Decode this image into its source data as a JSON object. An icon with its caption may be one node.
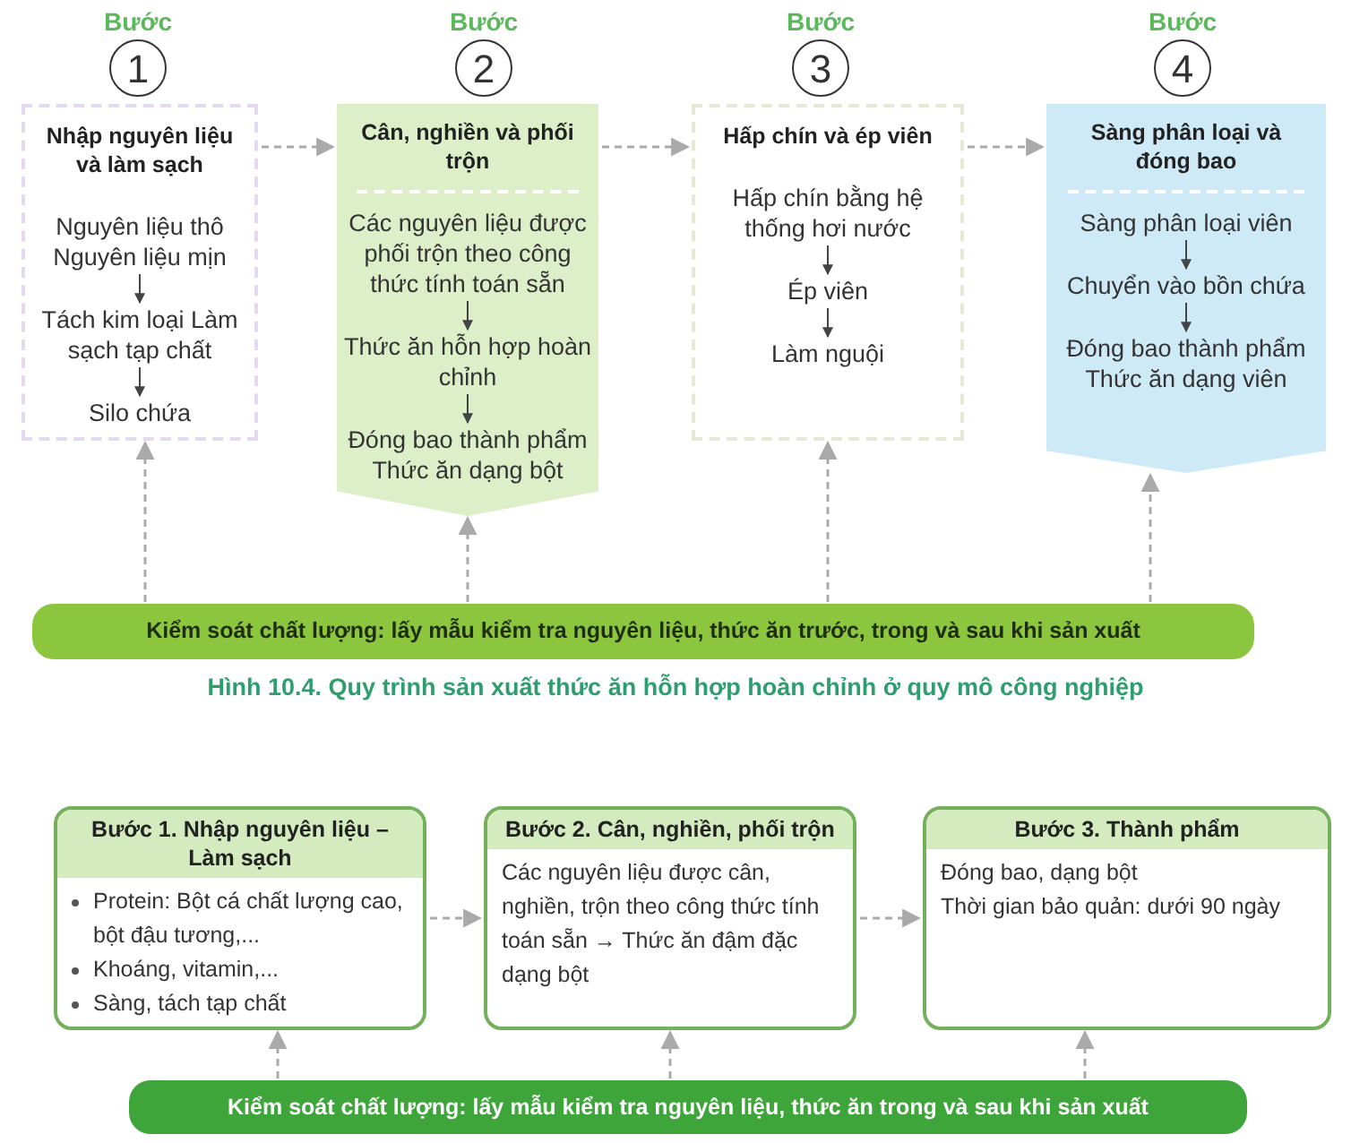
{
  "diagram": {
    "caption": "Hình 10.4. Quy trình sản xuất thức ăn hỗn hợp hoàn chỉnh ở quy mô công nghiệp",
    "nodes": [
      {
        "text": [
          "1"
        ],
        "beside": [
          "Bước"
        ]
      },
      {
        "text": [
          "Nhập nguyên liệu và làm sạch"
        ]
      },
      {
        "text": [
          "Nguyên liệu thô Nguyên liệu mịn"
        ],
        "in": 1
      },
      {
        "text": [
          "Tách kim loại Làm sạch tạp chất"
        ],
        "in": 1
      },
      {
        "text": [
          "Silo chứa"
        ],
        "in": 1
      },
      {
        "text": [
          "2"
        ],
        "beside": [
          "Bước"
        ]
      },
      {
        "text": [
          "Cân, nghiền và phối trộn"
        ]
      },
      {
        "text": [
          "Các nguyên liệu được phối trộn theo công thức tính toán sẵn"
        ],
        "in": 6
      },
      {
        "text": [
          "Thức ăn hỗn hợp hoàn chỉnh"
        ],
        "in": 6
      },
      {
        "text": [
          "Đóng bao thành phẩm Thức ăn dạng bột"
        ],
        "in": 6
      },
      {
        "text": [
          "3"
        ],
        "beside": [
          "Bước"
        ]
      },
      {
        "text": [
          "Hấp chín và ép viên"
        ]
      },
      {
        "text": [
          "Hấp chín bằng hệ thống hơi nước"
        ],
        "in": 11
      },
      {
        "text": [
          "Ép viên"
        ],
        "in": 11
      },
      {
        "text": [
          "Làm nguội"
        ],
        "in": 11
      },
      {
        "text": [
          "4"
        ],
        "beside": [
          "Bước"
        ]
      },
      {
        "text": [
          "Sàng phân loại và đóng bao"
        ]
      },
      {
        "text": [
          "Sàng phân loại viên"
        ],
        "in": 16
      },
      {
        "text": [
          "Chuyển vào bồn chứa"
        ],
        "in": 16
      },
      {
        "text": [
          "Đóng bao thành phẩm Thức ăn dạng viên"
        ],
        "in": 16
      },
      {
        "text": [
          "Kiểm soát chất lượng: lấy mẫu kiểm tra nguyên liệu, thức ăn trước, trong và sau khi sản xuất"
        ]
      },
      {
        "text": [
          "Bước 1. Nhập nguyên liệu – Làm sạch",
          "Protein: Bột cá chất lượng cao, bột đậu tương,...",
          "Khoáng, vitamin,...",
          "Sàng, tách tạp chất"
        ]
      },
      {
        "text": [
          "Bước 2. Cân, nghiền, phối trộn",
          "Các nguyên liệu được cân, nghiền, trộn theo công thức tính toán sẵn → Thức ăn đậm đặc dạng bột"
        ]
      },
      {
        "text": [
          "Bước 3. Thành phẩm",
          "Đóng bao, dạng bột",
          "Thời gian bảo quản: dưới 90 ngày"
        ]
      },
      {
        "text": [
          "Kiểm soát chất lượng: lấy mẫu kiểm tra nguyên liệu, thức ăn trong và sau khi sản xuất"
        ]
      }
    ],
    "edges": [
      {
        "from": 2,
        "to": 3,
        "arrow": "to",
        "color": "#444444"
      },
      {
        "from": 3,
        "to": 4,
        "arrow": "to",
        "color": "#444444"
      },
      {
        "from": 7,
        "to": 8,
        "arrow": "to",
        "color": "#444444"
      },
      {
        "from": 8,
        "to": 9,
        "arrow": "to",
        "color": "#444444"
      },
      {
        "from": 12,
        "to": 13,
        "arrow": "to",
        "color": "#444444"
      },
      {
        "from": 13,
        "to": 14,
        "arrow": "to",
        "color": "#444444"
      },
      {
        "from": 17,
        "to": 18,
        "arrow": "to",
        "color": "#444444"
      },
      {
        "from": 18,
        "to": 19,
        "arrow": "to",
        "color": "#444444"
      },
      {
        "from": 1,
        "to": 6,
        "arrow": "to",
        "style": "dashed"
      },
      {
        "from": 6,
        "to": 11,
        "arrow": "to",
        "style": "dashed"
      },
      {
        "from": 11,
        "to": 16,
        "arrow": "to",
        "style": "dashed"
      },
      {
        "from": 20,
        "to": 1,
        "arrow": "to",
        "style": "dashed"
      },
      {
        "from": 20,
        "to": 6,
        "arrow": "to",
        "style": "dashed"
      },
      {
        "from": 20,
        "to": 11,
        "arrow": "to",
        "style": "dashed"
      },
      {
        "from": 20,
        "to": 16,
        "arrow": "to",
        "style": "dashed"
      },
      {
        "from": 21,
        "to": 22,
        "arrow": "to",
        "style": "dashed"
      },
      {
        "from": 22,
        "to": 23,
        "arrow": "to",
        "style": "dashed"
      },
      {
        "from": 24,
        "to": 21,
        "arrow": "to",
        "style": "dashed"
      },
      {
        "from": 24,
        "to": 22,
        "arrow": "to",
        "style": "dashed"
      },
      {
        "from": 24,
        "to": 23,
        "arrow": "to",
        "style": "dashed"
      }
    ]
  }
}
